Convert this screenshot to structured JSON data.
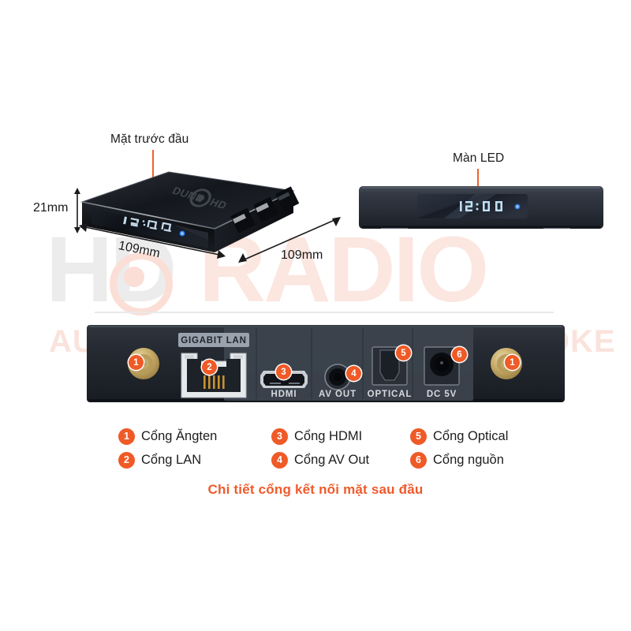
{
  "watermark": {
    "brand_part1": "HD",
    "brand_part2": "RADIO",
    "tagline": "AUDIO - HOME CINEMA - KARAOKE",
    "color_gray": "#ececed",
    "color_pink": "#fbe6e0"
  },
  "accent_color": "#ef5a26",
  "callouts": {
    "front_face": "Mặt trước đầu",
    "led_screen": "Màn LED"
  },
  "dimensions": {
    "height": "21mm",
    "width": "109mm",
    "depth": "109mm"
  },
  "device": {
    "brand_logo": "DUNE HD",
    "led_display_value": "12:00"
  },
  "rear_panel": {
    "port_labels": {
      "lan": "GIGABIT LAN",
      "hdmi": "HDMI",
      "av_out": "AV OUT",
      "optical": "OPTICAL",
      "dc": "DC 5V"
    },
    "markers": [
      {
        "num": "1",
        "port": "antenna-left"
      },
      {
        "num": "2",
        "port": "lan"
      },
      {
        "num": "3",
        "port": "hdmi"
      },
      {
        "num": "4",
        "port": "av-out"
      },
      {
        "num": "5",
        "port": "optical"
      },
      {
        "num": "6",
        "port": "dc-5v"
      },
      {
        "num": "1",
        "port": "antenna-right"
      }
    ]
  },
  "legend": {
    "columns": [
      [
        {
          "num": "1",
          "label": "Cổng Ăngten"
        },
        {
          "num": "2",
          "label": "Cổng LAN"
        }
      ],
      [
        {
          "num": "3",
          "label": "Cổng HDMI"
        },
        {
          "num": "4",
          "label": "Cổng AV Out"
        }
      ],
      [
        {
          "num": "5",
          "label": "Cổng Optical"
        },
        {
          "num": "6",
          "label": "Cổng nguồn"
        }
      ]
    ]
  },
  "caption": "Chi tiết cổng kết nối mặt sau đầu"
}
